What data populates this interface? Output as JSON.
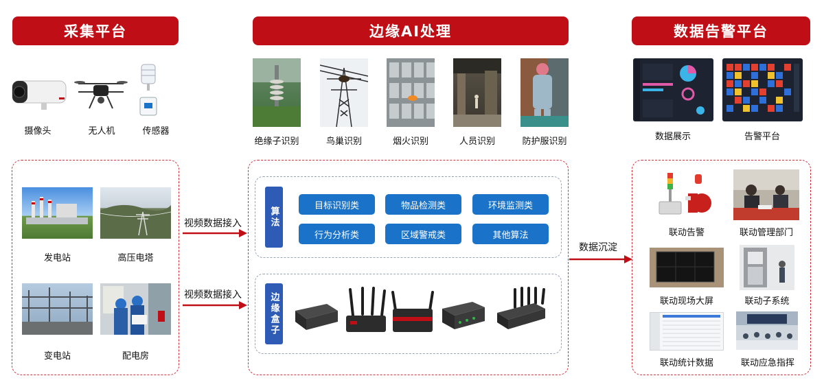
{
  "headers": {
    "collect": "采集平台",
    "edge_ai": "边缘AI处理",
    "alarm": "数据告警平台"
  },
  "devices": [
    "摄像头",
    "无人机",
    "传感器"
  ],
  "sites": [
    "发电站",
    "高压电塔",
    "变电站",
    "配电房"
  ],
  "arrows": {
    "video_in_1": "视频数据接入",
    "video_in_2": "视频数据接入",
    "data_sink": "数据沉淀"
  },
  "recognition": [
    "绝缘子识别",
    "鸟巢识别",
    "烟火识别",
    "人员识别",
    "防护服识别"
  ],
  "algorithm": {
    "label": "算法",
    "items": [
      "目标识别类",
      "物品检测类",
      "环境监测类",
      "行为分析类",
      "区域警戒类",
      "其他算法"
    ]
  },
  "edge_box": {
    "label": "边缘盒子"
  },
  "alarm_top": [
    "数据展示",
    "告警平台"
  ],
  "linkage": [
    "联动告警",
    "联动管理部门",
    "联动现场大屏",
    "联动子系统",
    "联动统计数据",
    "联动应急指挥"
  ],
  "colors": {
    "brand_red": "#c00e16",
    "pill_blue": "#1a73c8",
    "label_blue": "#2e5bb5"
  }
}
